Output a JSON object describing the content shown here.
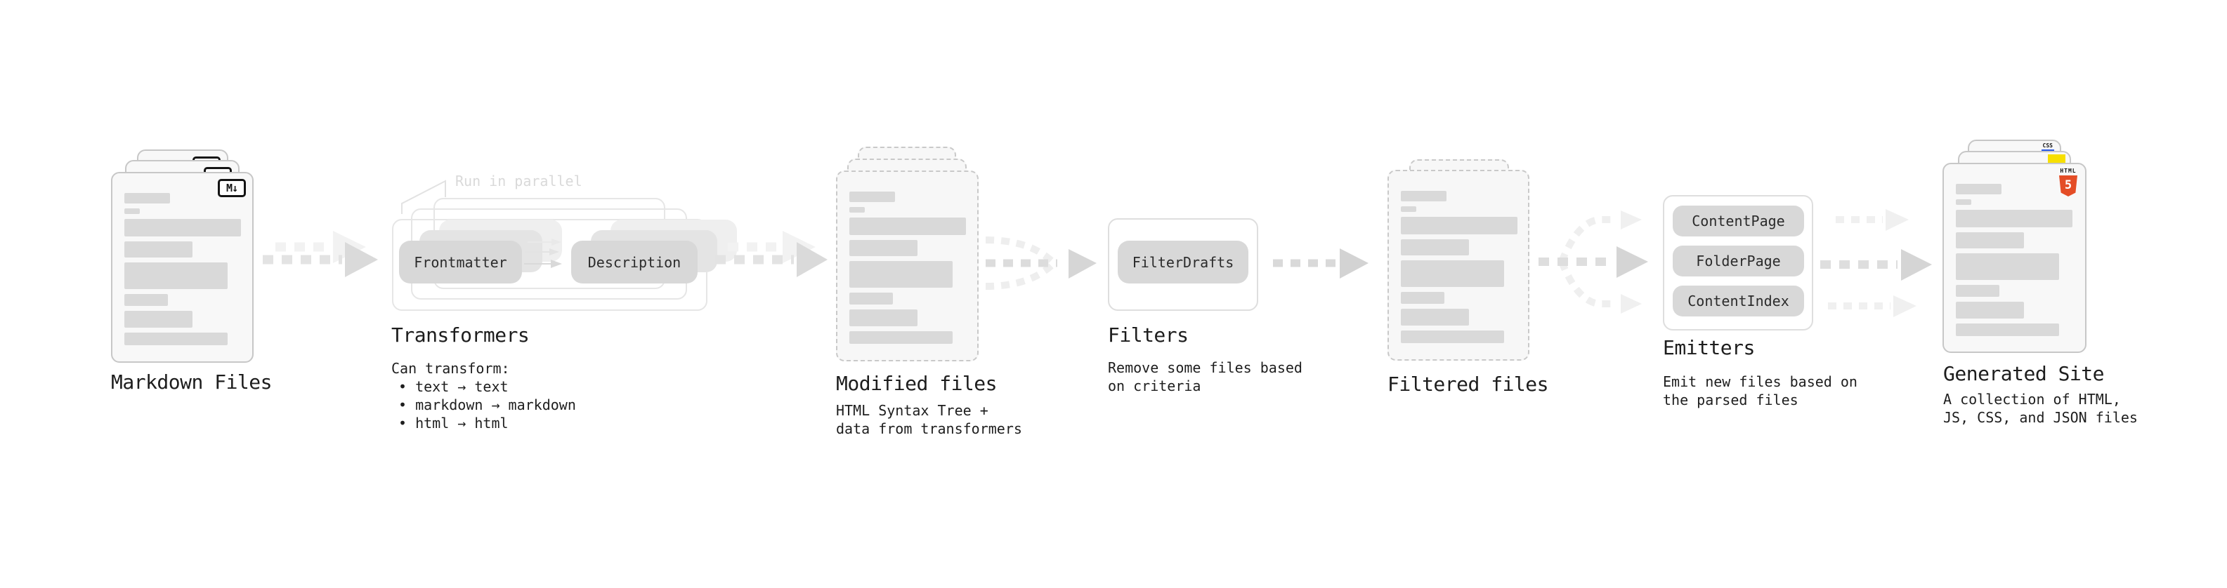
{
  "diagram": {
    "stages": {
      "markdown_files": {
        "label": "Markdown Files"
      },
      "transformers": {
        "label": "Transformers",
        "note": "Run in parallel",
        "pill_from": "Frontmatter",
        "pill_to": "Description",
        "desc_heading": "Can transform:",
        "bullets": [
          "• text → text",
          "• markdown → markdown",
          "• html → html"
        ]
      },
      "modified_files": {
        "label": "Modified files",
        "sublabel": "HTML Syntax Tree +\ndata from transformers"
      },
      "filters": {
        "label": "Filters",
        "pill": "FilterDrafts",
        "sublabel": "Remove some files based\non criteria"
      },
      "filtered_files": {
        "label": "Filtered files"
      },
      "emitters": {
        "label": "Emitters",
        "pills": [
          "ContentPage",
          "FolderPage",
          "ContentIndex"
        ],
        "sublabel": "Emit new files based on\nthe parsed files"
      },
      "generated_site": {
        "label": "Generated Site",
        "sublabel": "A collection of HTML,\nJS, CSS, and JSON files"
      }
    },
    "badges": {
      "markdown": "M↓",
      "html": "HTML",
      "html_number": "5",
      "css": "CSS"
    },
    "colors": {
      "html_orange": "#e44d26",
      "js_yellow": "#f7df00",
      "css_blue": "#2757e8"
    }
  }
}
